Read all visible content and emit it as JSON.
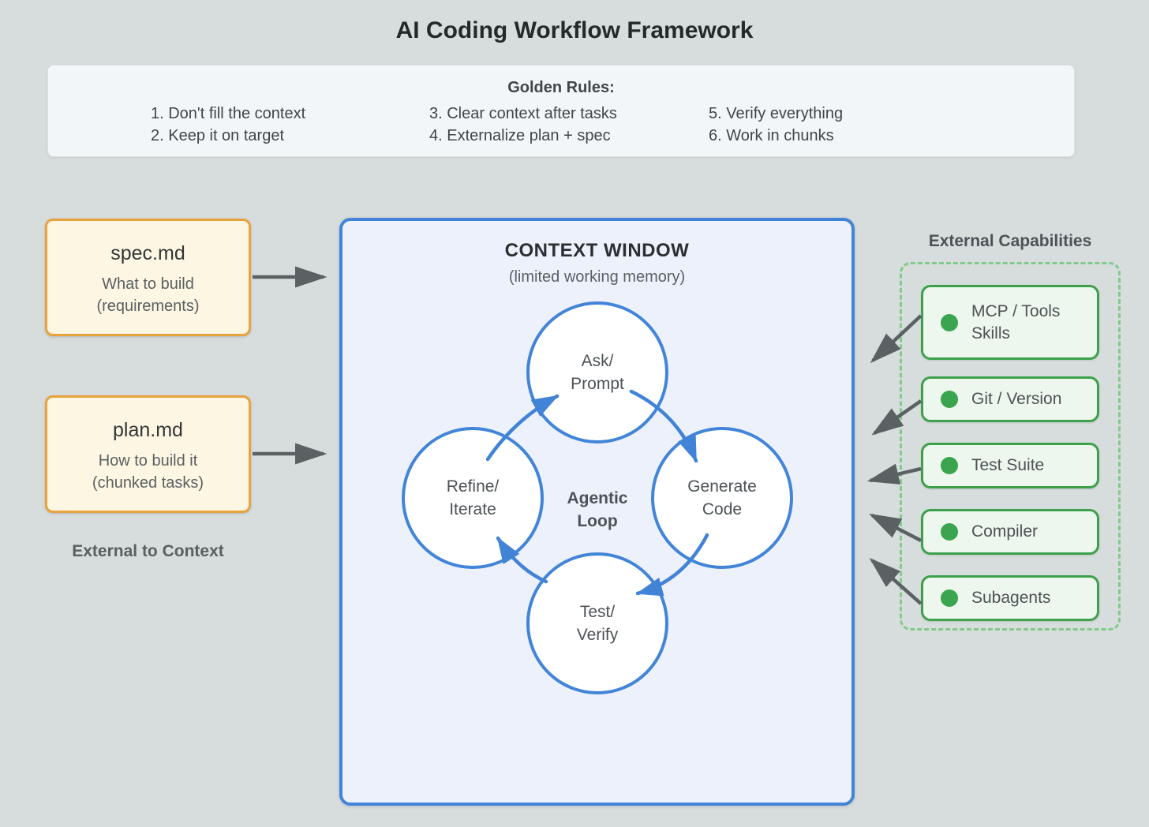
{
  "title": "AI Coding Workflow Framework",
  "golden_rules": {
    "heading": "Golden Rules:",
    "columns": [
      [
        "1. Don't fill the context",
        "2. Keep it on target"
      ],
      [
        "3. Clear context after tasks",
        "4. Externalize plan + spec"
      ],
      [
        "5. Verify everything",
        "6. Work in chunks"
      ]
    ]
  },
  "external_files": [
    {
      "name": "spec.md",
      "desc_line1": "What to build",
      "desc_line2": "(requirements)"
    },
    {
      "name": "plan.md",
      "desc_line1": "How to build it",
      "desc_line2": "(chunked tasks)"
    }
  ],
  "external_files_label": "External to Context",
  "context_window": {
    "title": "CONTEXT WINDOW",
    "subtitle": "(limited working memory)",
    "loop_label_line1": "Agentic",
    "loop_label_line2": "Loop",
    "nodes": [
      {
        "line1": "Ask/",
        "line2": "Prompt"
      },
      {
        "line1": "Generate",
        "line2": "Code"
      },
      {
        "line1": "Test/",
        "line2": "Verify"
      },
      {
        "line1": "Refine/",
        "line2": "Iterate"
      }
    ]
  },
  "external_capabilities": {
    "title": "External Capabilities",
    "items": [
      "MCP / Tools Skills",
      "Git / Version",
      "Test Suite",
      "Compiler",
      "Subagents"
    ]
  },
  "colors": {
    "accent_blue": "#4285d8",
    "context_fill": "#edf1fc",
    "accent_orange": "#e8a33c",
    "file_fill": "#fdf6e2",
    "accent_green": "#3da14c",
    "capability_fill": "#edf7ed",
    "dashed_green": "#82c98a",
    "arrow_gray": "#5b6063",
    "page_background": "#d7dddd"
  }
}
